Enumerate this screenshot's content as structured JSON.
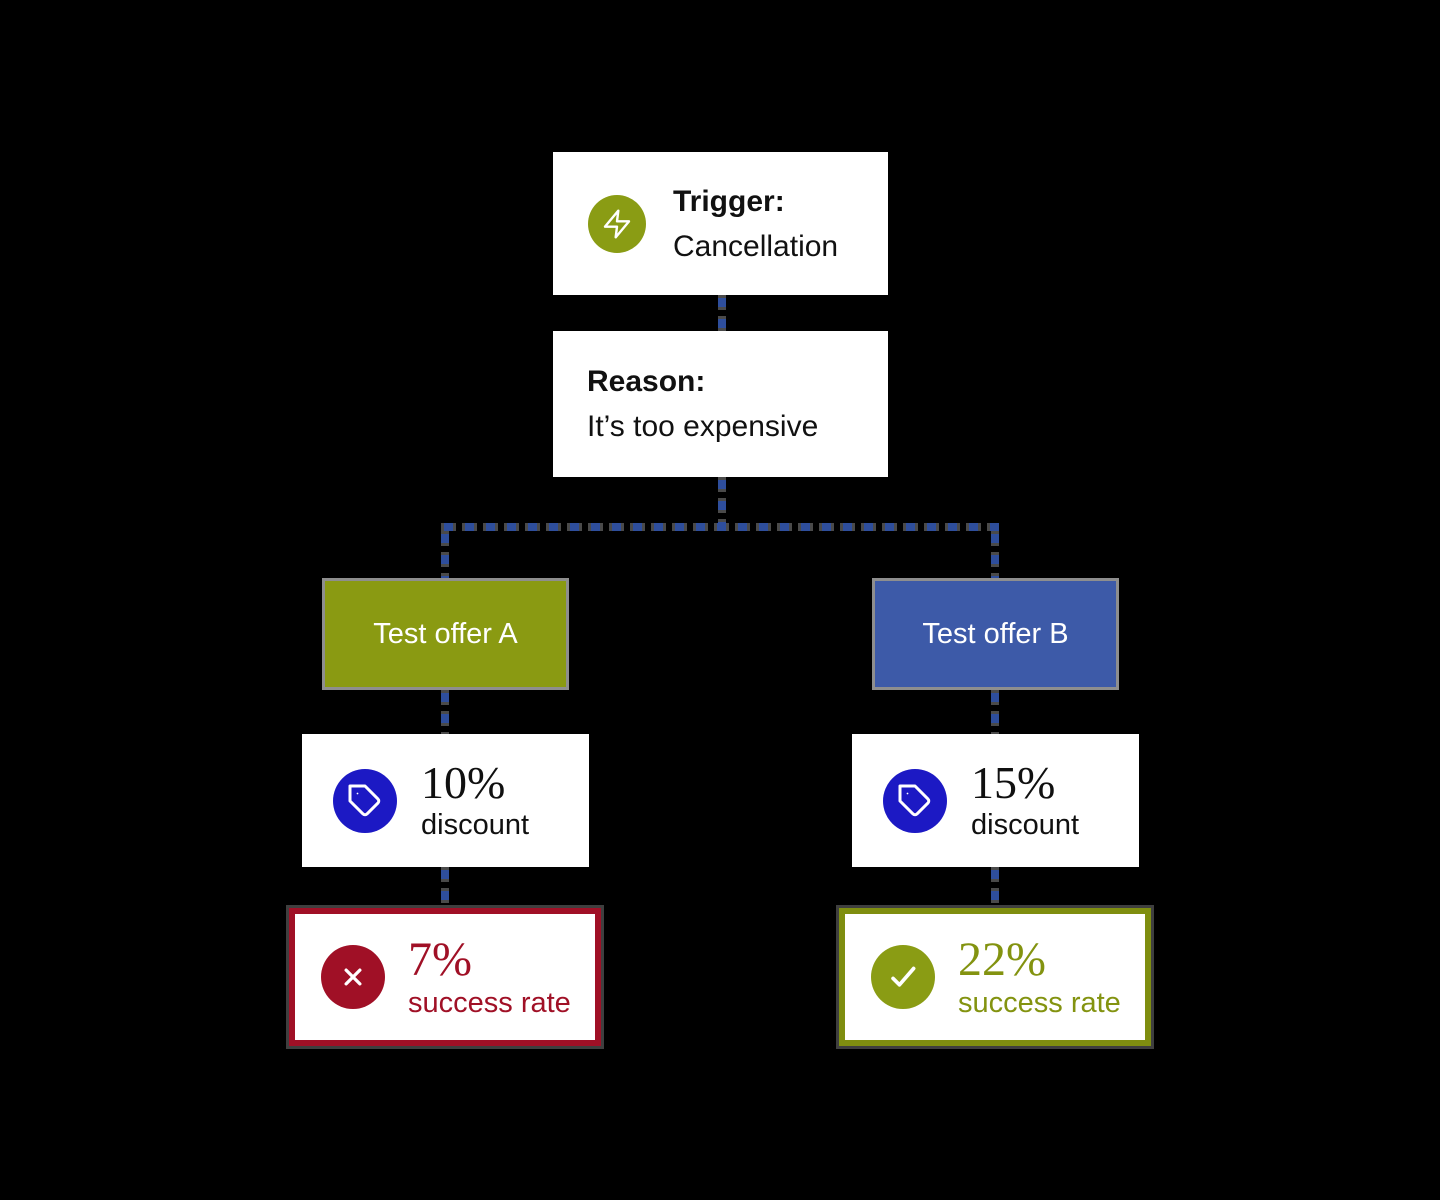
{
  "diagram": {
    "trigger": {
      "label": "Trigger:",
      "value": "Cancellation",
      "icon": "lightning-icon"
    },
    "reason": {
      "label": "Reason:",
      "value": "It’s too expensive"
    },
    "branch_a": {
      "offer_label": "Test offer A",
      "discount_value": "10%",
      "discount_label": "discount",
      "discount_icon": "tag-icon",
      "result_value": "7%",
      "result_label": "success rate",
      "result_status": "failure",
      "result_icon": "x-icon"
    },
    "branch_b": {
      "offer_label": "Test offer B",
      "discount_value": "15%",
      "discount_label": "discount",
      "discount_icon": "tag-icon",
      "result_value": "22%",
      "result_label": "success rate",
      "result_status": "success",
      "result_icon": "check-icon"
    }
  },
  "colors": {
    "background": "#000000",
    "olive": "#8a9c14",
    "olive_text": "#839310",
    "offer_b_blue": "#3d5aa8",
    "tag_circle_blue": "#1c19c4",
    "failure_red": "#a01026",
    "connector_blue": "#2e4e9c",
    "connector_gray": "#4a4a4a",
    "box_border_gray": "#8e8e8e"
  }
}
